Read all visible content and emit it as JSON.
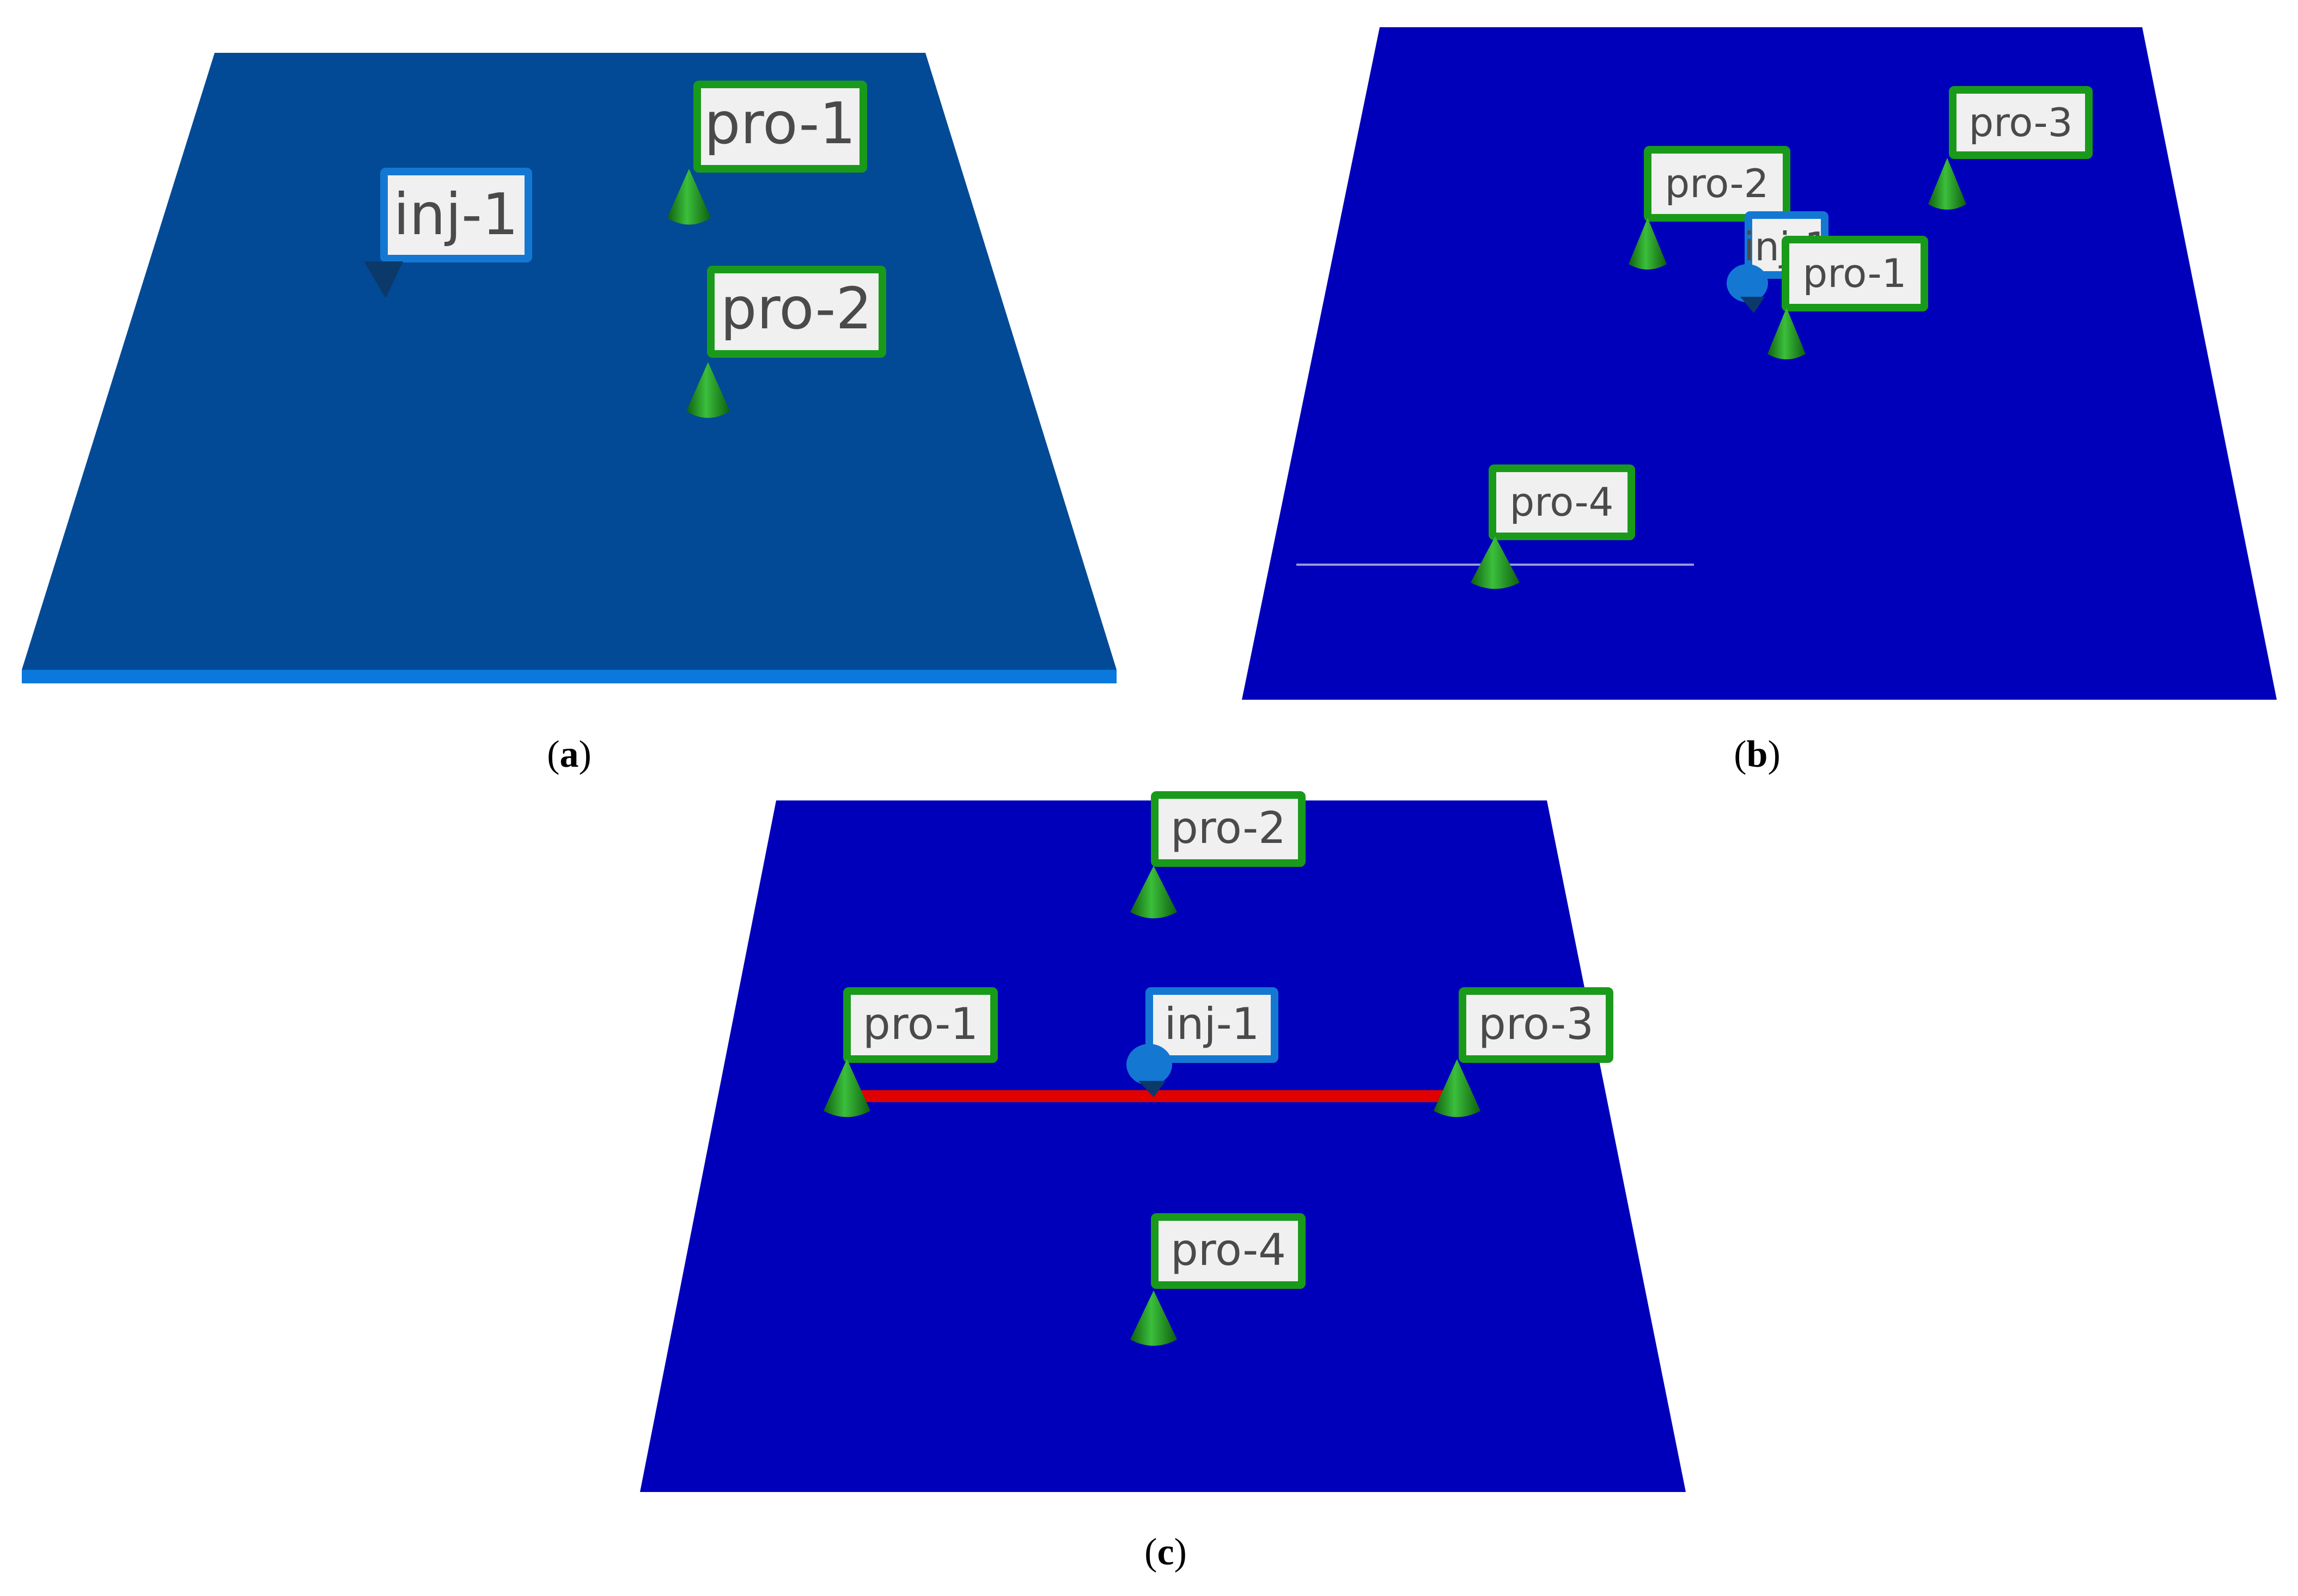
{
  "colors": {
    "plane_a": "#024a96",
    "plane_a_edge": "#0a78dc",
    "plane_bc": "#0000bb",
    "producer_border": "#1a9a1a",
    "injector_border": "#1478d2",
    "label_fill": "#f0f0f0",
    "cone_green": "#1a8a1a",
    "cone_injector": "#0b3a6a",
    "fracture_red": "#e00000"
  },
  "panels": [
    {
      "id": "a",
      "caption_open": "(",
      "caption_letter": "a",
      "caption_close": ")",
      "wells": [
        {
          "label": "pro-1",
          "type": "producer"
        },
        {
          "label": "inj-1",
          "type": "injector"
        },
        {
          "label": "pro-2",
          "type": "producer"
        }
      ]
    },
    {
      "id": "b",
      "caption_open": "(",
      "caption_letter": "b",
      "caption_close": ")",
      "wells": [
        {
          "label": "pro-3",
          "type": "producer"
        },
        {
          "label": "pro-2",
          "type": "producer"
        },
        {
          "label": "inj-1",
          "type": "injector"
        },
        {
          "label": "pro-1",
          "type": "producer"
        },
        {
          "label": "pro-4",
          "type": "producer"
        }
      ]
    },
    {
      "id": "c",
      "caption_open": "(",
      "caption_letter": "c",
      "caption_close": ")",
      "wells": [
        {
          "label": "pro-2",
          "type": "producer"
        },
        {
          "label": "pro-1",
          "type": "producer"
        },
        {
          "label": "inj-1",
          "type": "injector"
        },
        {
          "label": "pro-3",
          "type": "producer"
        },
        {
          "label": "pro-4",
          "type": "producer"
        }
      ]
    }
  ]
}
